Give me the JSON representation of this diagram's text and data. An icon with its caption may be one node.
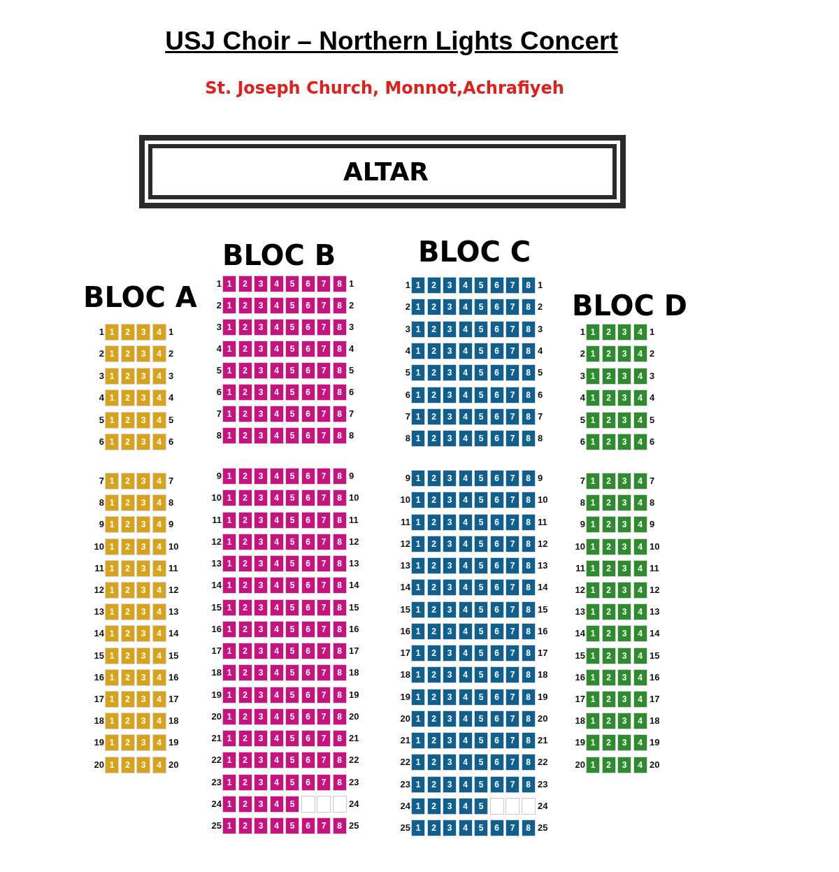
{
  "diagram": {
    "title": "USJ Choir – Northern Lights Concert",
    "nodes": [
      {
        "text": [
          "ALTAR"
        ]
      },
      {
        "text": [
          "1"
        ]
      },
      {
        "text": [
          "2"
        ]
      },
      {
        "text": [
          "3"
        ]
      },
      {
        "text": [
          "4"
        ]
      },
      {
        "text": [
          "1"
        ]
      },
      {
        "text": [
          "2"
        ]
      },
      {
        "text": [
          "3"
        ]
      },
      {
        "text": [
          "4"
        ]
      },
      {
        "text": [
          "1"
        ]
      },
      {
        "text": [
          "2"
        ]
      },
      {
        "text": [
          "3"
        ]
      },
      {
        "text": [
          "4"
        ]
      },
      {
        "text": [
          "1"
        ]
      },
      {
        "text": [
          "2"
        ]
      },
      {
        "text": [
          "3"
        ]
      },
      {
        "text": [
          "4"
        ]
      },
      {
        "text": [
          "1"
        ]
      },
      {
        "text": [
          "2"
        ]
      },
      {
        "text": [
          "3"
        ]
      },
      {
        "text": [
          "4"
        ]
      },
      {
        "text": [
          "1"
        ]
      },
      {
        "text": [
          "2"
        ]
      },
      {
        "text": [
          "3"
        ]
      },
      {
        "text": [
          "4"
        ]
      },
      {
        "text": [
          "1"
        ]
      },
      {
        "text": [
          "2"
        ]
      },
      {
        "text": [
          "3"
        ]
      },
      {
        "text": [
          "4"
        ]
      },
      {
        "text": [
          "1"
        ]
      },
      {
        "text": [
          "2"
        ]
      },
      {
        "text": [
          "3"
        ]
      },
      {
        "text": [
          "4"
        ]
      },
      {
        "text": [
          "1"
        ]
      },
      {
        "text": [
          "2"
        ]
      },
      {
        "text": [
          "3"
        ]
      },
      {
        "text": [
          "4"
        ]
      },
      {
        "text": [
          "1"
        ]
      },
      {
        "text": [
          "2"
        ]
      },
      {
        "text": [
          "3"
        ]
      },
      {
        "text": [
          "4"
        ]
      },
      {
        "text": [
          "1"
        ]
      },
      {
        "text": [
          "2"
        ]
      },
      {
        "text": [
          "3"
        ]
      },
      {
        "text": [
          "4"
        ]
      },
      {
        "text": [
          "1"
        ]
      },
      {
        "text": [
          "2"
        ]
      },
      {
        "text": [
          "3"
        ]
      },
      {
        "text": [
          "4"
        ]
      },
      {
        "text": [
          "1"
        ]
      },
      {
        "text": [
          "2"
        ]
      },
      {
        "text": [
          "3"
        ]
      },
      {
        "text": [
          "4"
        ]
      },
      {
        "text": [
          "1"
        ]
      },
      {
        "text": [
          "2"
        ]
      },
      {
        "text": [
          "3"
        ]
      },
      {
        "text": [
          "4"
        ]
      },
      {
        "text": [
          "1"
        ]
      },
      {
        "text": [
          "2"
        ]
      },
      {
        "text": [
          "3"
        ]
      },
      {
        "text": [
          "4"
        ]
      },
      {
        "text": [
          "1"
        ]
      },
      {
        "text": [
          "2"
        ]
      },
      {
        "text": [
          "3"
        ]
      },
      {
        "text": [
          "4"
        ]
      },
      {
        "text": [
          "1"
        ]
      },
      {
        "text": [
          "2"
        ]
      },
      {
        "text": [
          "3"
        ]
      },
      {
        "text": [
          "4"
        ]
      },
      {
        "text": [
          "1"
        ]
      },
      {
        "text": [
          "2"
        ]
      },
      {
        "text": [
          "3"
        ]
      },
      {
        "text": [
          "4"
        ]
      },
      {
        "text": [
          "1"
        ]
      },
      {
        "text": [
          "2"
        ]
      },
      {
        "text": [
          "3"
        ]
      },
      {
        "text": [
          "4"
        ]
      },
      {
        "text": [
          "1"
        ]
      },
      {
        "text": [
          "2"
        ]
      },
      {
        "text": [
          "3"
        ]
      },
      {
        "text": [
          "4"
        ]
      },
      {
        "text": [
          "1"
        ]
      },
      {
        "text": [
          "2"
        ]
      },
      {
        "text": [
          "3"
        ]
      },
      {
        "text": [
          "4"
        ]
      },
      {
        "text": [
          "5"
        ]
      },
      {
        "text": [
          "6"
        ]
      },
      {
        "text": [
          "7"
        ]
      },
      {
        "text": [
          "8"
        ]
      },
      {
        "text": [
          "1"
        ]
      },
      {
        "text": [
          "2"
        ]
      },
      {
        "text": [
          "3"
        ]
      },
      {
        "text": [
          "4"
        ]
      },
      {
        "text": [
          "5"
        ]
      },
      {
        "text": [
          "6"
        ]
      },
      {
        "text": [
          "7"
        ]
      },
      {
        "text": [
          "8"
        ]
      },
      {
        "text": [
          "1"
        ]
      },
      {
        "text": [
          "2"
        ]
      },
      {
        "text": [
          "3"
        ]
      },
      {
        "text": [
          "4"
        ]
      },
      {
        "text": [
          "5"
        ]
      },
      {
        "text": [
          "6"
        ]
      },
      {
        "text": [
          "7"
        ]
      },
      {
        "text": [
          "8"
        ]
      },
      {
        "text": [
          "1"
        ]
      },
      {
        "text": [
          "2"
        ]
      },
      {
        "text": [
          "3"
        ]
      },
      {
        "text": [
          "4"
        ]
      },
      {
        "text": [
          "5"
        ]
      },
      {
        "text": [
          "6"
        ]
      },
      {
        "text": [
          "7"
        ]
      },
      {
        "text": [
          "8"
        ]
      },
      {
        "text": [
          "1"
        ]
      },
      {
        "text": [
          "2"
        ]
      },
      {
        "text": [
          "3"
        ]
      },
      {
        "text": [
          "4"
        ]
      },
      {
        "text": [
          "5"
        ]
      },
      {
        "text": [
          "6"
        ]
      },
      {
        "text": [
          "7"
        ]
      },
      {
        "text": [
          "8"
        ]
      },
      {
        "text": [
          "1"
        ]
      },
      {
        "text": [
          "2"
        ]
      },
      {
        "text": [
          "3"
        ]
      },
      {
        "text": [
          "4"
        ]
      },
      {
        "text": [
          "5"
        ]
      },
      {
        "text": [
          "6"
        ]
      },
      {
        "text": [
          "7"
        ]
      },
      {
        "text": [
          "8"
        ]
      },
      {
        "text": [
          "1"
        ]
      },
      {
        "text": [
          "2"
        ]
      },
      {
        "text": [
          "3"
        ]
      },
      {
        "text": [
          "4"
        ]
      },
      {
        "text": [
          "5"
        ]
      },
      {
        "text": [
          "6"
        ]
      },
      {
        "text": [
          "7"
        ]
      },
      {
        "text": [
          "8"
        ]
      },
      {
        "text": [
          "1"
        ]
      },
      {
        "text": [
          "2"
        ]
      },
      {
        "text": [
          "3"
        ]
      },
      {
        "text": [
          "4"
        ]
      },
      {
        "text": [
          "5"
        ]
      },
      {
        "text": [
          "6"
        ]
      },
      {
        "text": [
          "7"
        ]
      },
      {
        "text": [
          "8"
        ]
      },
      {
        "text": [
          "1"
        ]
      },
      {
        "text": [
          "2"
        ]
      },
      {
        "text": [
          "3"
        ]
      },
      {
        "text": [
          "4"
        ]
      },
      {
        "text": [
          "5"
        ]
      },
      {
        "text": [
          "6"
        ]
      },
      {
        "text": [
          "7"
        ]
      },
      {
        "text": [
          "8"
        ]
      },
      {
        "text": [
          "1"
        ]
      },
      {
        "text": [
          "2"
        ]
      },
      {
        "text": [
          "3"
        ]
      },
      {
        "text": [
          "4"
        ]
      },
      {
        "text": [
          "5"
        ]
      },
      {
        "text": [
          "6"
        ]
      },
      {
        "text": [
          "7"
        ]
      },
      {
        "text": [
          "8"
        ]
      },
      {
        "text": [
          "1"
        ]
      },
      {
        "text": [
          "2"
        ]
      },
      {
        "text": [
          "3"
        ]
      },
      {
        "text": [
          "4"
        ]
      },
      {
        "text": [
          "5"
        ]
      },
      {
        "text": [
          "6"
        ]
      },
      {
        "text": [
          "7"
        ]
      },
      {
        "text": [
          "8"
        ]
      },
      {
        "text": [
          "1"
        ]
      },
      {
        "text": [
          "2"
        ]
      },
      {
        "text": [
          "3"
        ]
      },
      {
        "text": [
          "4"
        ]
      },
      {
        "text": [
          "5"
        ]
      },
      {
        "text": [
          "6"
        ]
      },
      {
        "text": [
          "7"
        ]
      },
      {
        "text": [
          "8"
        ]
      },
      {
        "text": [
          "1"
        ]
      },
      {
        "text": [
          "2"
        ]
      },
      {
        "text": [
          "3"
        ]
      },
      {
        "text": [
          "4"
        ]
      },
      {
        "text": [
          "5"
        ]
      },
      {
        "text": [
          "6"
        ]
      },
      {
        "text": [
          "7"
        ]
      },
      {
        "text": [
          "8"
        ]
      },
      {
        "text": [
          "1"
        ]
      },
      {
        "text": [
          "2"
        ]
      },
      {
        "text": [
          "3"
        ]
      },
      {
        "text": [
          "4"
        ]
      },
      {
        "text": [
          "5"
        ]
      },
      {
        "text": [
          "6"
        ]
      },
      {
        "text": [
          "7"
        ]
      },
      {
        "text": [
          "8"
        ]
      },
      {
        "text": [
          "1"
        ]
      },
      {
        "text": [
          "2"
        ]
      },
      {
        "text": [
          "3"
        ]
      },
      {
        "text": [
          "4"
        ]
      },
      {
        "text": [
          "5"
        ]
      },
      {
        "text": [
          "6"
        ]
      },
      {
        "text": [
          "7"
        ]
      },
      {
        "text": [
          "8"
        ]
      },
      {
        "text": [
          "1"
        ]
      },
      {
        "text": [
          "2"
        ]
      },
      {
        "text": [
          "3"
        ]
      },
      {
        "text": [
          "4"
        ]
      },
      {
        "text": [
          "5"
        ]
      },
      {
        "text": [
          "6"
        ]
      },
      {
        "text": [
          "7"
        ]
      },
      {
        "text": [
          "8"
        ]
      },
      {
        "text": [
          "1"
        ]
      },
      {
        "text": [
          "2"
        ]
      },
      {
        "text": [
          "3"
        ]
      },
      {
        "text": [
          "4"
        ]
      },
      {
        "text": [
          "5"
        ]
      },
      {
        "text": [
          "6"
        ]
      },
      {
        "text": [
          "7"
        ]
      },
      {
        "text": [
          "8"
        ]
      },
      {
        "text": [
          "1"
        ]
      },
      {
        "text": [
          "2"
        ]
      },
      {
        "text": [
          "3"
        ]
      },
      {
        "text": [
          "4"
        ]
      },
      {
        "text": [
          "5"
        ]
      },
      {
        "text": [
          "6"
        ]
      },
      {
        "text": [
          "7"
        ]
      },
      {
        "text": [
          "8"
        ]
      },
      {
        "text": [
          "1"
        ]
      },
      {
        "text": [
          "2"
        ]
      },
      {
        "text": [
          "3"
        ]
      },
      {
        "text": [
          "4"
        ]
      },
      {
        "text": [
          "5"
        ]
      },
      {
        "text": [
          "6"
        ]
      },
      {
        "text": [
          "7"
        ]
      },
      {
        "text": [
          "8"
        ]
      },
      {
        "text": [
          "1"
        ]
      },
      {
        "text": [
          "2"
        ]
      },
      {
        "text": [
          "3"
        ]
      },
      {
        "text": [
          "4"
        ]
      },
      {
        "text": [
          "5"
        ]
      },
      {
        "text": [
          "6"
        ]
      },
      {
        "text": [
          "7"
        ]
      },
      {
        "text": [
          "8"
        ]
      },
      {
        "text": [
          "1"
        ]
      },
      {
        "text": [
          "2"
        ]
      },
      {
        "text": [
          "3"
        ]
      },
      {
        "text": [
          "4"
        ]
      },
      {
        "text": [
          "5"
        ]
      },
      {
        "text": [
          "6"
        ]
      },
      {
        "text": [
          "7"
        ]
      },
      {
        "text": [
          "8"
        ]
      },
      {
        "text": [
          "1"
        ]
      },
      {
        "text": [
          "2"
        ]
      },
      {
        "text": [
          "3"
        ]
      },
      {
        "text": [
          "4"
        ]
      },
      {
        "text": [
          "5"
        ]
      },
      {
        "text": [
          "6"
        ]
      },
      {
        "text": [
          "7"
        ]
      },
      {
        "text": [
          "8"
        ]
      },
      {
        "text": [
          "1"
        ]
      },
      {
        "text": [
          "2"
        ]
      },
      {
        "text": [
          "3"
        ]
      },
      {
        "text": [
          "4"
        ]
      },
      {
        "text": [
          "5"
        ]
      },
      {
        "text": [
          "6"
        ]
      },
      {
        "text": [
          "7"
        ]
      },
      {
        "text": [
          "8"
        ]
      },
      {
        "text": [
          "1"
        ]
      },
      {
        "text": [
          "2"
        ]
      },
      {
        "text": [
          "3"
        ]
      },
      {
        "text": [
          "4"
        ]
      },
      {
        "text": [
          "5"
        ]
      },
      {
        "text": [],
        "shape": "box"
      },
      {
        "text": [],
        "shape": "box"
      },
      {
        "text": [],
        "shape": "box"
      },
      {
        "text": [
          "1"
        ]
      },
      {
        "text": [
          "2"
        ]
      },
      {
        "text": [
          "3"
        ]
      },
      {
        "text": [
          "4"
        ]
      },
      {
        "text": [
          "5"
        ]
      },
      {
        "text": [
          "6"
        ]
      },
      {
        "text": [
          "7"
        ]
      },
      {
        "text": [
          "8"
        ]
      },
      {
        "text": [
          "1"
        ]
      },
      {
        "text": [
          "2"
        ]
      },
      {
        "text": [
          "3"
        ]
      },
      {
        "text": [
          "4"
        ]
      },
      {
        "text": [
          "5"
        ]
      },
      {
        "text": [
          "6"
        ]
      },
      {
        "text": [
          "7"
        ]
      },
      {
        "text": [
          "8"
        ]
      },
      {
        "text": [
          "1"
        ]
      },
      {
        "text": [
          "2"
        ]
      },
      {
        "text": [
          "3"
        ]
      },
      {
        "text": [
          "4"
        ]
      },
      {
        "text": [
          "5"
        ]
      },
      {
        "text": [
          "6"
        ]
      },
      {
        "text": [
          "7"
        ]
      },
      {
        "text": [
          "8"
        ]
      },
      {
        "text": [
          "1"
        ]
      },
      {
        "text": [
          "2"
        ]
      },
      {
        "text": [
          "3"
        ]
      },
      {
        "text": [
          "4"
        ]
      },
      {
        "text": [
          "5"
        ]
      },
      {
        "text": [
          "6"
        ]
      },
      {
        "text": [
          "7"
        ]
      },
      {
        "text": [
          "8"
        ]
      },
      {
        "text": [
          "1"
        ]
      },
      {
        "text": [
          "2"
        ]
      },
      {
        "text": [
          "3"
        ]
      },
      {
        "text": [
          "4"
        ]
      },
      {
        "text": [
          "5"
        ]
      },
      {
        "text": [
          "6"
        ]
      },
      {
        "text": [
          "7"
        ]
      },
      {
        "text": [
          "8"
        ]
      },
      {
        "text": [
          "1"
        ]
      },
      {
        "text": [
          "2"
        ]
      },
      {
        "text": [
          "3"
        ]
      },
      {
        "text": [
          "4"
        ]
      },
      {
        "text": [
          "5"
        ]
      },
      {
        "text": [
          "6"
        ]
      },
      {
        "text": [
          "7"
        ]
      },
      {
        "text": [
          "8"
        ]
      },
      {
        "text": [
          "1"
        ]
      },
      {
        "text": [
          "2"
        ]
      },
      {
        "text": [
          "3"
        ]
      },
      {
        "text": [
          "4"
        ]
      },
      {
        "text": [
          "5"
        ]
      },
      {
        "text": [
          "6"
        ]
      },
      {
        "text": [
          "7"
        ]
      },
      {
        "text": [
          "8"
        ]
      },
      {
        "text": [
          "1"
        ]
      },
      {
        "text": [
          "2"
        ]
      },
      {
        "text": [
          "3"
        ]
      },
      {
        "text": [
          "4"
        ]
      },
      {
        "text": [
          "5"
        ]
      },
      {
        "text": [
          "6"
        ]
      },
      {
        "text": [
          "7"
        ]
      },
      {
        "text": [
          "8"
        ]
      },
      {
        "text": [
          "1"
        ]
      },
      {
        "text": [
          "2"
        ]
      },
      {
        "text": [
          "3"
        ]
      },
      {
        "text": [
          "4"
        ]
      },
      {
        "text": [
          "5"
        ]
      },
      {
        "text": [
          "6"
        ]
      },
      {
        "text": [
          "7"
        ]
      },
      {
        "text": [
          "8"
        ]
      },
      {
        "text": [
          "1"
        ]
      },
      {
        "text": [
          "2"
        ]
      },
      {
        "text": [
          "3"
        ]
      },
      {
        "text": [
          "4"
        ]
      },
      {
        "text": [
          "5"
        ]
      },
      {
        "text": [
          "6"
        ]
      },
      {
        "text": [
          "7"
        ]
      },
      {
        "text": [
          "8"
        ]
      },
      {
        "text": [
          "1"
        ]
      },
      {
        "text": [
          "2"
        ]
      },
      {
        "text": [
          "3"
        ]
      },
      {
        "text": [
          "4"
        ]
      },
      {
        "text": [
          "5"
        ]
      },
      {
        "text": [
          "6"
        ]
      },
      {
        "text": [
          "7"
        ]
      },
      {
        "text": [
          "8"
        ]
      },
      {
        "text": [
          "1"
        ]
      },
      {
        "text": [
          "2"
        ]
      },
      {
        "text": [
          "3"
        ]
      },
      {
        "text": [
          "4"
        ]
      },
      {
        "text": [
          "5"
        ]
      },
      {
        "text": [
          "6"
        ]
      },
      {
        "text": [
          "7"
        ]
      },
      {
        "text": [
          "8"
        ]
      },
      {
        "text": [
          "1"
        ]
      },
      {
        "text": [
          "2"
        ]
      },
      {
        "text": [
          "3"
        ]
      },
      {
        "text": [
          "4"
        ]
      },
      {
        "text": [
          "5"
        ]
      },
      {
        "text": [
          "6"
        ]
      },
      {
        "text": [
          "7"
        ]
      },
      {
        "text": [
          "8"
        ]
      },
      {
        "text": [
          "1"
        ]
      },
      {
        "text": [
          "2"
        ]
      },
      {
        "text": [
          "3"
        ]
      },
      {
        "text": [
          "4"
        ]
      },
      {
        "text": [
          "5"
        ]
      },
      {
        "text": [
          "6"
        ]
      },
      {
        "text": [
          "7"
        ]
      },
      {
        "text": [
          "8"
        ]
      },
      {
        "text": [
          "1"
        ]
      },
      {
        "text": [
          "2"
        ]
      },
      {
        "text": [
          "3"
        ]
      },
      {
        "text": [
          "4"
        ]
      },
      {
        "text": [
          "5"
        ]
      },
      {
        "text": [
          "6"
        ]
      },
      {
        "text": [
          "7"
        ]
      },
      {
        "text": [
          "8"
        ]
      },
      {
        "text": [
          "1"
        ]
      },
      {
        "text": [
          "2"
        ]
      },
      {
        "text": [
          "3"
        ]
      },
      {
        "text": [
          "4"
        ]
      },
      {
        "text": [
          "5"
        ]
      },
      {
        "text": [
          "6"
        ]
      },
      {
        "text": [
          "7"
        ]
      },
      {
        "text": [
          "8"
        ]
      },
      {
        "text": [
          "1"
        ]
      },
      {
        "text": [
          "2"
        ]
      },
      {
        "text": [
          "3"
        ]
      },
      {
        "text": [
          "4"
        ]
      },
      {
        "text": [
          "5"
        ]
      },
      {
        "text": [
          "6"
        ]
      },
      {
        "text": [
          "7"
        ]
      },
      {
        "text": [
          "8"
        ]
      },
      {
        "text": [
          "1"
        ]
      },
      {
        "text": [
          "2"
        ]
      },
      {
        "text": [
          "3"
        ]
      },
      {
        "text": [
          "4"
        ]
      },
      {
        "text": [
          "5"
        ]
      },
      {
        "text": [
          "6"
        ]
      },
      {
        "text": [
          "7"
        ]
      },
      {
        "text": [
          "8"
        ]
      },
      {
        "text": [
          "1"
        ]
      },
      {
        "text": [
          "2"
        ]
      },
      {
        "text": [
          "3"
        ]
      },
      {
        "text": [
          "4"
        ]
      },
      {
        "text": [
          "5"
        ]
      },
      {
        "text": [
          "6"
        ]
      },
      {
        "text": [
          "7"
        ]
      },
      {
        "text": [
          "8"
        ]
      },
      {
        "text": [
          "1"
        ]
      },
      {
        "text": [
          "2"
        ]
      },
      {
        "text": [
          "3"
        ]
      },
      {
        "text": [
          "4"
        ]
      },
      {
        "text": [
          "5"
        ]
      },
      {
        "text": [
          "6"
        ]
      },
      {
        "text": [
          "7"
        ]
      },
      {
        "text": [
          "8"
        ]
      },
      {
        "text": [
          "1"
        ]
      },
      {
        "text": [
          "2"
        ]
      },
      {
        "text": [
          "3"
        ]
      },
      {
        "text": [
          "4"
        ]
      },
      {
        "text": [
          "5"
        ]
      },
      {
        "text": [
          "6"
        ]
      },
      {
        "text": [
          "7"
        ]
      },
      {
        "text": [
          "8"
        ]
      },
      {
        "text": [
          "1"
        ]
      },
      {
        "text": [
          "2"
        ]
      },
      {
        "text": [
          "3"
        ]
      },
      {
        "text": [
          "4"
        ]
      },
      {
        "text": [
          "5"
        ]
      },
      {
        "text": [
          "6"
        ]
      },
      {
        "text": [
          "7"
        ]
      },
      {
        "text": [
          "8"
        ]
      },
      {
        "text": [
          "1"
        ]
      },
      {
        "text": [
          "2"
        ]
      },
      {
        "text": [
          "3"
        ]
      },
      {
        "text": [
          "4"
        ]
      },
      {
        "text": [
          "5"
        ]
      },
      {
        "text": [
          "6"
        ]
      },
      {
        "text": [
          "7"
        ]
      },
      {
        "text": [
          "8"
        ]
      },
      {
        "text": [
          "1"
        ]
      },
      {
        "text": [
          "2"
        ]
      },
      {
        "text": [
          "3"
        ]
      },
      {
        "text": [
          "4"
        ]
      },
      {
        "text": [
          "5"
        ]
      },
      {
        "text": [
          "6"
        ]
      },
      {
        "text": [
          "7"
        ]
      },
      {
        "text": [
          "8"
        ]
      },
      {
        "text": [
          "1"
        ]
      },
      {
        "text": [
          "2"
        ]
      },
      {
        "text": [
          "3"
        ]
      },
      {
        "text": [
          "4"
        ]
      },
      {
        "text": [
          "5"
        ]
      },
      {
        "text": [],
        "shape": "box"
      },
      {
        "text": [],
        "shape": "box"
      },
      {
        "text": [],
        "shape": "box"
      },
      {
        "text": [
          "1"
        ]
      },
      {
        "text": [
          "2"
        ]
      },
      {
        "text": [
          "3"
        ]
      },
      {
        "text": [
          "4"
        ]
      },
      {
        "text": [
          "5"
        ]
      },
      {
        "text": [
          "6"
        ]
      },
      {
        "text": [
          "7"
        ]
      },
      {
        "text": [
          "8"
        ]
      },
      {
        "text": [
          "1"
        ]
      },
      {
        "text": [
          "2"
        ]
      },
      {
        "text": [
          "3"
        ]
      },
      {
        "text": [
          "4"
        ]
      },
      {
        "text": [
          "1"
        ]
      },
      {
        "text": [
          "2"
        ]
      },
      {
        "text": [
          "3"
        ]
      },
      {
        "text": [
          "4"
        ]
      },
      {
        "text": [
          "1"
        ]
      },
      {
        "text": [
          "2"
        ]
      },
      {
        "text": [
          "3"
        ]
      },
      {
        "text": [
          "4"
        ]
      },
      {
        "text": [
          "1"
        ]
      },
      {
        "text": [
          "2"
        ]
      },
      {
        "text": [
          "3"
        ]
      },
      {
        "text": [
          "4"
        ]
      },
      {
        "text": [
          "1"
        ]
      },
      {
        "text": [
          "2"
        ]
      },
      {
        "text": [
          "3"
        ]
      },
      {
        "text": [
          "4"
        ]
      },
      {
        "text": [
          "1"
        ]
      },
      {
        "text": [
          "2"
        ]
      },
      {
        "text": [
          "3"
        ]
      },
      {
        "text": [
          "4"
        ]
      },
      {
        "text": [
          "1"
        ]
      },
      {
        "text": [
          "2"
        ]
      },
      {
        "text": [
          "3"
        ]
      },
      {
        "text": [
          "4"
        ]
      },
      {
        "text": [
          "1"
        ]
      },
      {
        "text": [
          "2"
        ]
      },
      {
        "text": [
          "3"
        ]
      },
      {
        "text": [
          "4"
        ]
      },
      {
        "text": [
          "1"
        ]
      },
      {
        "text": [
          "2"
        ]
      },
      {
        "text": [
          "3"
        ]
      },
      {
        "text": [
          "4"
        ]
      },
      {
        "text": [
          "1"
        ]
      },
      {
        "text": [
          "2"
        ]
      },
      {
        "text": [
          "3"
        ]
      },
      {
        "text": [
          "4"
        ]
      },
      {
        "text": [
          "1"
        ]
      },
      {
        "text": [
          "2"
        ]
      },
      {
        "text": [
          "3"
        ]
      },
      {
        "text": [
          "4"
        ]
      },
      {
        "text": [
          "1"
        ]
      },
      {
        "text": [
          "2"
        ]
      },
      {
        "text": [
          "3"
        ]
      },
      {
        "text": [
          "4"
        ]
      },
      {
        "text": [
          "1"
        ]
      },
      {
        "text": [
          "2"
        ]
      },
      {
        "text": [
          "3"
        ]
      },
      {
        "text": [
          "4"
        ]
      },
      {
        "text": [
          "1"
        ]
      },
      {
        "text": [
          "2"
        ]
      },
      {
        "text": [
          "3"
        ]
      },
      {
        "text": [
          "4"
        ]
      },
      {
        "text": [
          "1"
        ]
      },
      {
        "text": [
          "2"
        ]
      },
      {
        "text": [
          "3"
        ]
      },
      {
        "text": [
          "4"
        ]
      },
      {
        "text": [
          "1"
        ]
      },
      {
        "text": [
          "2"
        ]
      },
      {
        "text": [
          "3"
        ]
      },
      {
        "text": [
          "4"
        ]
      },
      {
        "text": [
          "1"
        ]
      },
      {
        "text": [
          "2"
        ]
      },
      {
        "text": [
          "3"
        ]
      },
      {
        "text": [
          "4"
        ]
      },
      {
        "text": [
          "1"
        ]
      },
      {
        "text": [
          "2"
        ]
      },
      {
        "text": [
          "3"
        ]
      },
      {
        "text": [
          "4"
        ]
      },
      {
        "text": [
          "1"
        ]
      },
      {
        "text": [
          "2"
        ]
      },
      {
        "text": [
          "3"
        ]
      },
      {
        "text": [
          "4"
        ]
      },
      {
        "text": [
          "1"
        ]
      },
      {
        "text": [
          "2"
        ]
      },
      {
        "text": [
          "3"
        ]
      },
      {
        "text": [
          "4"
        ]
      }
    ],
    "labels": [
      "St. Joseph Church, Monnot,Achrafiyeh",
      "BLOC A",
      "BLOC B",
      "BLOC C",
      "BLOC D",
      "1",
      "1",
      "2",
      "2",
      "3",
      "3",
      "4",
      "4",
      "5",
      "5",
      "6",
      "6",
      "7",
      "7",
      "8",
      "8",
      "9",
      "9",
      "10",
      "10",
      "11",
      "11",
      "12",
      "12",
      "13",
      "13",
      "14",
      "14",
      "15",
      "15",
      "16",
      "16",
      "17",
      "17",
      "18",
      "18",
      "19",
      "19",
      "20",
      "20",
      "1",
      "1",
      "2",
      "2",
      "3",
      "3",
      "4",
      "4",
      "5",
      "5",
      "6",
      "6",
      "7",
      "7",
      "8",
      "8",
      "9",
      "9",
      "10",
      "10",
      "11",
      "11",
      "12",
      "12",
      "13",
      "13",
      "14",
      "14",
      "15",
      "15",
      "16",
      "16",
      "17",
      "17",
      "18",
      "18",
      "19",
      "19",
      "20",
      "20",
      "21",
      "21",
      "22",
      "22",
      "23",
      "23",
      "24",
      "24",
      "25",
      "25",
      "1",
      "1",
      "2",
      "2",
      "3",
      "3",
      "4",
      "4",
      "5",
      "5",
      "6",
      "6",
      "7",
      "7",
      "8",
      "8",
      "9",
      "9",
      "10",
      "10",
      "11",
      "11",
      "12",
      "12",
      "13",
      "13",
      "14",
      "14",
      "15",
      "15",
      "16",
      "16",
      "17",
      "17",
      "18",
      "18",
      "19",
      "19",
      "20",
      "20",
      "21",
      "21",
      "22",
      "22",
      "23",
      "23",
      "24",
      "24",
      "25",
      "25",
      "1",
      "1",
      "2",
      "2",
      "3",
      "3",
      "4",
      "4",
      "5",
      "5",
      "6",
      "6",
      "7",
      "7",
      "8",
      "8",
      "9",
      "9",
      "10",
      "10",
      "11",
      "11",
      "12",
      "12",
      "13",
      "13",
      "14",
      "14",
      "15",
      "15",
      "16",
      "16",
      "17",
      "17",
      "18",
      "18",
      "19",
      "19",
      "20",
      "20"
    ]
  }
}
